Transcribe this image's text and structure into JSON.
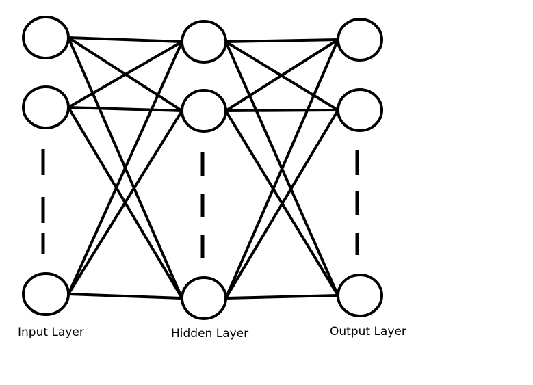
{
  "labels": {
    "input": "Input Layer",
    "hidden": "Hidden Layer",
    "output": "Output Layer"
  },
  "layers": [
    {
      "id": "input",
      "visible_nodes": 3,
      "has_ellipsis": true
    },
    {
      "id": "hidden",
      "visible_nodes": 3,
      "has_ellipsis": true
    },
    {
      "id": "output",
      "visible_nodes": 3,
      "has_ellipsis": true
    }
  ],
  "connectivity": "fully-connected",
  "colors": {
    "stroke": "#000000",
    "background": "#ffffff"
  }
}
